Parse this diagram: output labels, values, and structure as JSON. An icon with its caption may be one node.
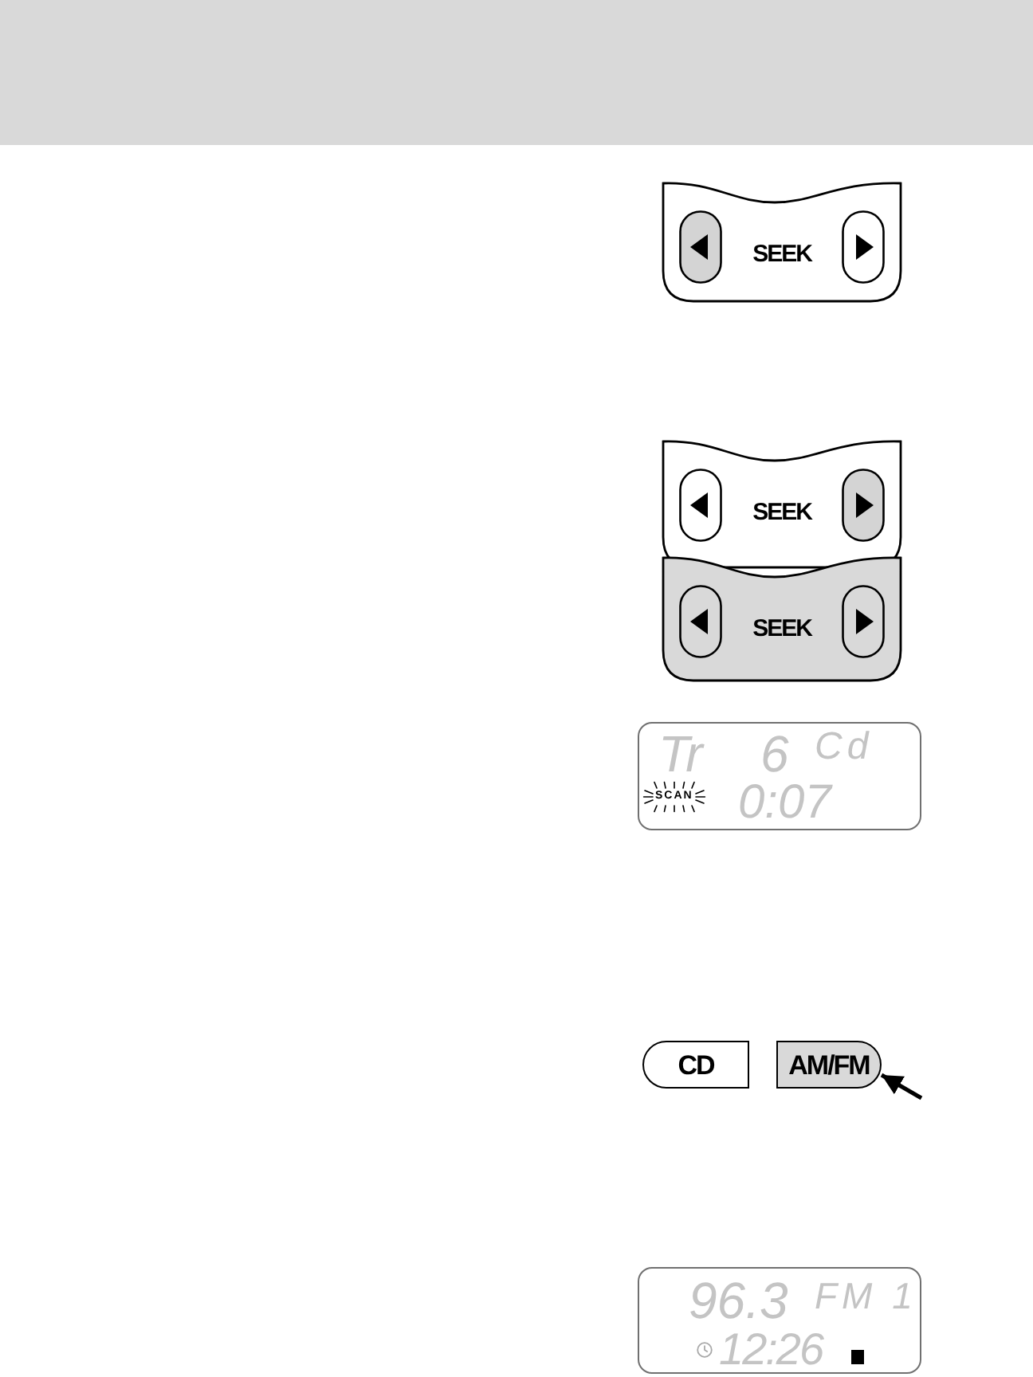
{
  "diagram": {
    "nodes": [
      {
        "text": [
          "SEEK"
        ]
      },
      {
        "text": [
          "SEEK"
        ]
      },
      {
        "text": [
          "SEEK"
        ]
      },
      {
        "text": [
          "Tr",
          "6",
          "Cd",
          "SCAN",
          "0:07"
        ]
      },
      {
        "text": [
          "CD"
        ]
      },
      {
        "text": [
          "AM/FM"
        ]
      },
      {
        "text": [
          "96.3",
          "FM 1",
          "12:26"
        ]
      }
    ],
    "edges": [
      {
        "from": null,
        "to": 5,
        "arrow": "to"
      }
    ]
  }
}
